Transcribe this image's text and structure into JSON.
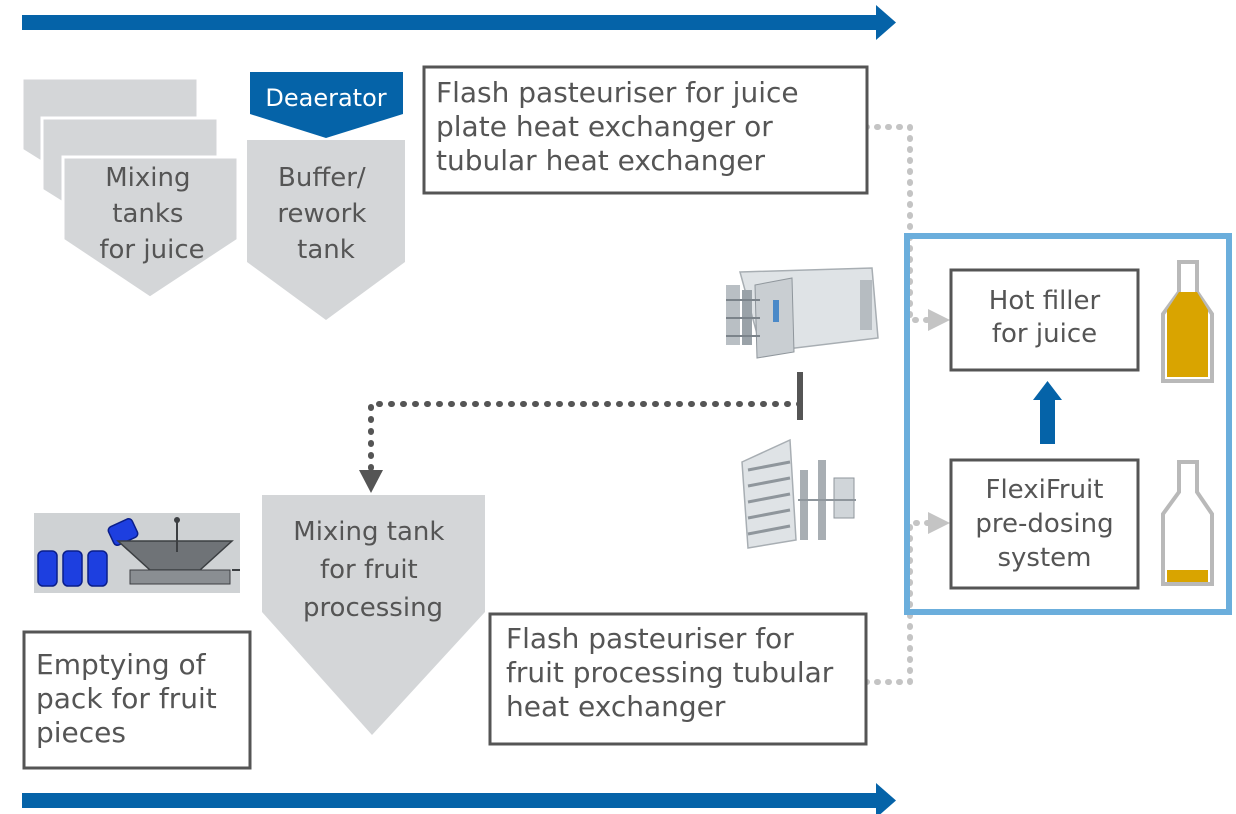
{
  "colors": {
    "flow_arrow": "#0563a8",
    "tank_fill": "#d4d6d8",
    "deaerator_fill": "#0563a8",
    "text": "#555555",
    "box_border": "#555555",
    "highlight_border": "#6baedc",
    "dotted_light": "#c4c4c4",
    "dotted_dark": "#555555",
    "juice": "#d9a400",
    "bottle_outline": "#b9b9b9"
  },
  "tanks": {
    "mixing_juice": {
      "lines": [
        "Mixing",
        "tanks",
        "for juice"
      ]
    },
    "buffer": {
      "lines": [
        "Buffer/",
        "rework",
        "tank"
      ]
    },
    "deaerator": {
      "label": "Deaerator"
    },
    "mixing_fruit": {
      "lines": [
        "Mixing tank",
        "for fruit",
        "processing"
      ]
    }
  },
  "boxes": {
    "flash_juice": {
      "lines": [
        "Flash pasteuriser for juice",
        "plate heat exchanger or",
        "tubular heat exchanger"
      ]
    },
    "flash_fruit": {
      "lines": [
        "Flash pasteuriser for",
        "fruit processing tubular",
        "heat exchanger"
      ]
    },
    "emptying": {
      "lines": [
        "Emptying of",
        "pack for fruit",
        "pieces"
      ]
    },
    "hot_filler": {
      "lines": [
        "Hot filler",
        "for juice"
      ]
    },
    "flexifruit": {
      "lines": [
        "FlexiFruit",
        "pre-dosing",
        "system"
      ]
    }
  },
  "icons": {
    "plate_heat_exchanger": "plate-heat-exchanger-image",
    "tubular_heat_exchanger": "tubular-heat-exchanger-image",
    "emptying_station": "pack-emptying-station-image",
    "bottle_full": "bottle-full-icon",
    "bottle_low": "bottle-low-icon"
  }
}
